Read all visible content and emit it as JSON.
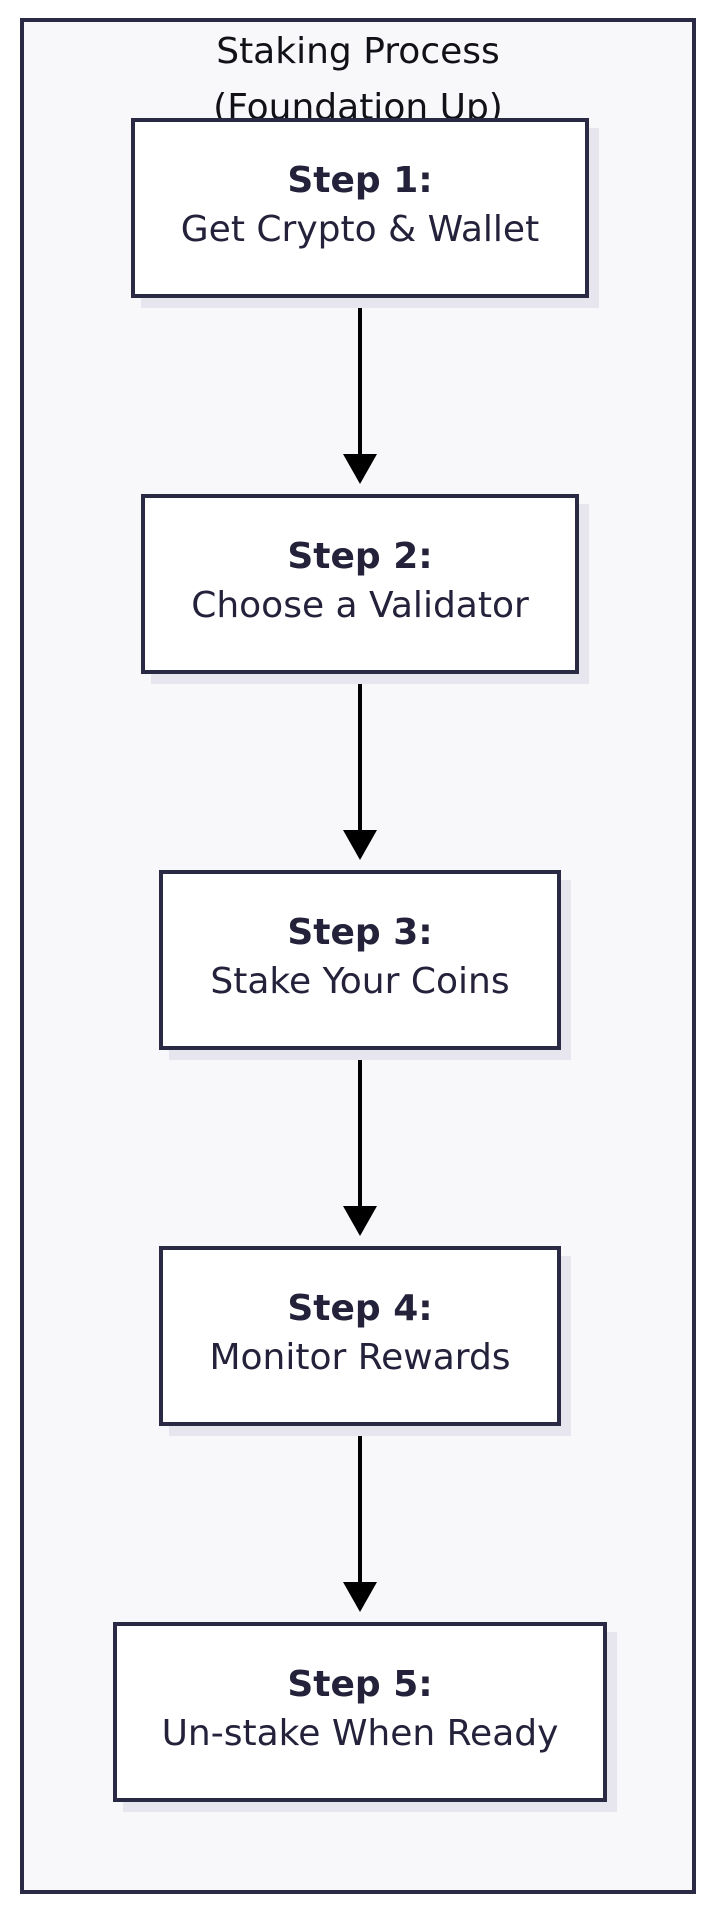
{
  "diagram": {
    "title_lines": [
      "Staking Process",
      "(Foundation Up)"
    ],
    "steps": [
      {
        "label": "Step 1:",
        "desc": "Get Crypto & Wallet"
      },
      {
        "label": "Step 2:",
        "desc": "Choose a Validator"
      },
      {
        "label": "Step 3:",
        "desc": "Stake Your Coins"
      },
      {
        "label": "Step 4:",
        "desc": "Monitor Rewards"
      },
      {
        "label": "Step 5:",
        "desc": "Un-stake When Ready"
      }
    ],
    "edges": [
      {
        "from": 0,
        "to": 1
      },
      {
        "from": 1,
        "to": 2
      },
      {
        "from": 2,
        "to": 3
      },
      {
        "from": 3,
        "to": 4
      }
    ],
    "colors": {
      "border": "#2b2a44",
      "text": "#23223a",
      "arrow": "#000000",
      "frame_bg": "#f8f8fb",
      "box_bg": "#ffffff",
      "shadow": "#e7e6ee"
    }
  }
}
